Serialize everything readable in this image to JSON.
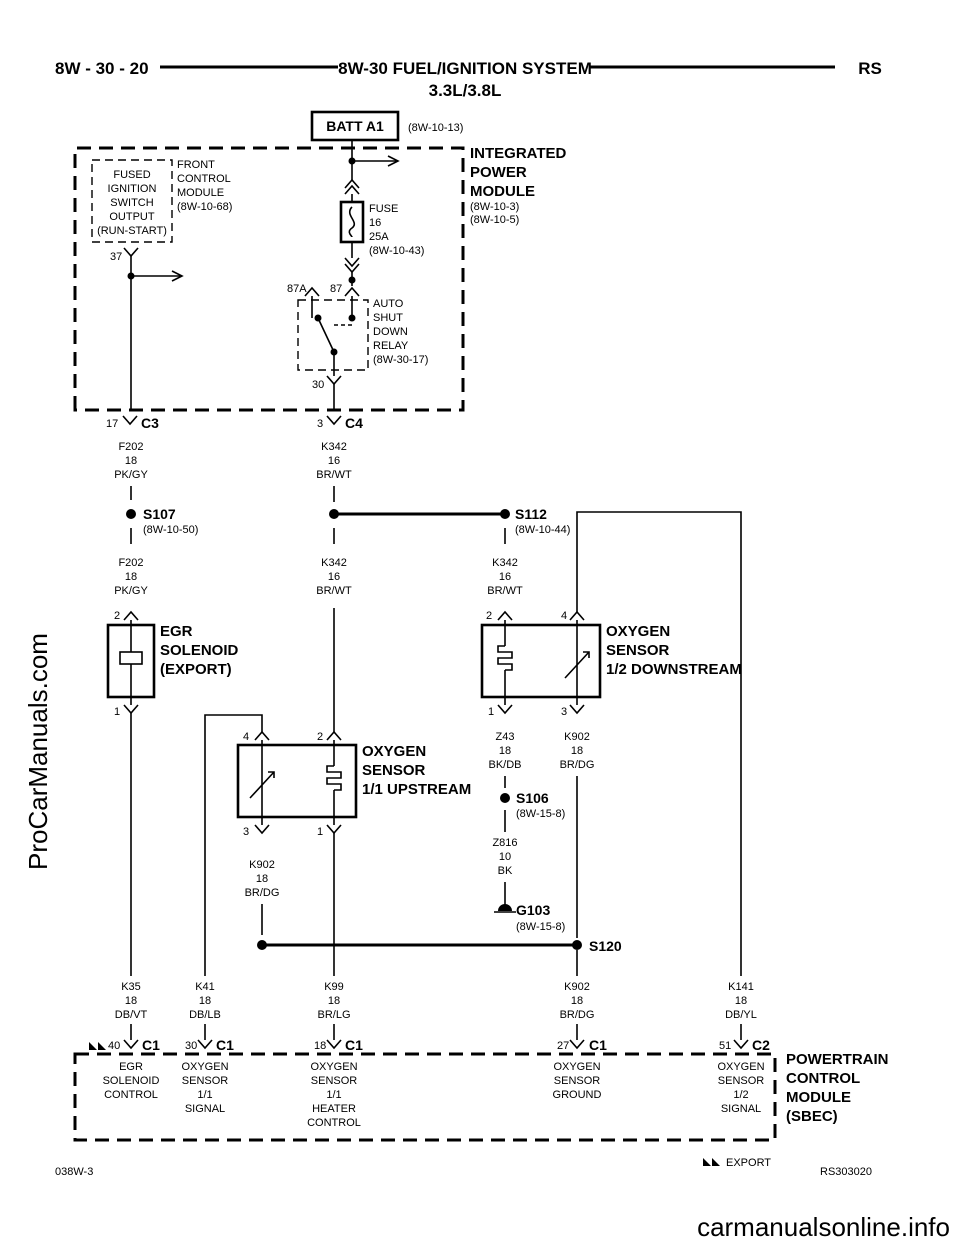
{
  "header": {
    "left": "8W - 30 - 20",
    "center_line1": "8W-30 FUEL/IGNITION SYSTEM",
    "center_line2": "3.3L/3.8L",
    "right": "RS"
  },
  "batt": {
    "label": "BATT A1",
    "ref": "(8W-10-13)"
  },
  "ipm": {
    "line1": "INTEGRATED",
    "line2": "POWER",
    "line3": "MODULE",
    "ref1": "(8W-10-3)",
    "ref2": "(8W-10-5)"
  },
  "fused_ign": {
    "line1": "FUSED",
    "line2": "IGNITION",
    "line3": "SWITCH",
    "line4": "OUTPUT",
    "line5": "(RUN-START)",
    "pin": "37"
  },
  "fcm": {
    "line1": "FRONT",
    "line2": "CONTROL",
    "line3": "MODULE",
    "line4": "(8W-10-68)"
  },
  "fuse": {
    "line1": "FUSE",
    "line2": "16",
    "line3": "25A",
    "line4": "(8W-10-43)"
  },
  "relay": {
    "line1": "AUTO",
    "line2": "SHUT",
    "line3": "DOWN",
    "line4": "RELAY",
    "line5": "(8W-30-17)",
    "pin87a": "87A",
    "pin87": "87",
    "pin30": "30"
  },
  "conn_c3": {
    "name": "C3",
    "pin": "17"
  },
  "conn_c4": {
    "name": "C4",
    "pin": "3"
  },
  "wire_f202_a": {
    "id": "F202",
    "gauge": "18",
    "color": "PK/GY"
  },
  "wire_f202_b": {
    "id": "F202",
    "gauge": "18",
    "color": "PK/GY"
  },
  "wire_k342_a": {
    "id": "K342",
    "gauge": "16",
    "color": "BR/WT"
  },
  "wire_k342_b": {
    "id": "K342",
    "gauge": "16",
    "color": "BR/WT"
  },
  "wire_k342_c": {
    "id": "K342",
    "gauge": "16",
    "color": "BR/WT"
  },
  "s107": {
    "name": "S107",
    "ref": "(8W-10-50)"
  },
  "s112": {
    "name": "S112",
    "ref": "(8W-10-44)"
  },
  "egr": {
    "line1": "EGR",
    "line2": "SOLENOID",
    "line3": "(EXPORT)",
    "pin_top": "2",
    "pin_bot": "1"
  },
  "o2_down": {
    "line1": "OXYGEN",
    "line2": "SENSOR",
    "line3": "1/2 DOWNSTREAM",
    "pin2": "2",
    "pin4": "4",
    "pin1": "1",
    "pin3": "3"
  },
  "o2_up": {
    "line1": "OXYGEN",
    "line2": "SENSOR",
    "line3": "1/1 UPSTREAM",
    "pin4": "4",
    "pin2": "2",
    "pin3": "3",
    "pin1": "1"
  },
  "wire_z43": {
    "id": "Z43",
    "gauge": "18",
    "color": "BK/DB"
  },
  "wire_k902_a": {
    "id": "K902",
    "gauge": "18",
    "color": "BR/DG"
  },
  "wire_k902_b": {
    "id": "K902",
    "gauge": "18",
    "color": "BR/DG"
  },
  "wire_k902_c": {
    "id": "K902",
    "gauge": "18",
    "color": "BR/DG"
  },
  "s106": {
    "name": "S106",
    "ref": "(8W-15-8)"
  },
  "wire_z816": {
    "id": "Z816",
    "gauge": "10",
    "color": "BK"
  },
  "g103": {
    "name": "G103",
    "ref": "(8W-15-8)"
  },
  "s120": {
    "name": "S120"
  },
  "wire_k35": {
    "id": "K35",
    "gauge": "18",
    "color": "DB/VT"
  },
  "wire_k41": {
    "id": "K41",
    "gauge": "18",
    "color": "DB/LB"
  },
  "wire_k99": {
    "id": "K99",
    "gauge": "18",
    "color": "BR/LG"
  },
  "wire_k141": {
    "id": "K141",
    "gauge": "18",
    "color": "DB/YL"
  },
  "pcm_pins": [
    {
      "pin": "40",
      "conn": "C1",
      "l1": "EGR",
      "l2": "SOLENOID",
      "l3": "CONTROL",
      "l4": "",
      "l5": ""
    },
    {
      "pin": "30",
      "conn": "C1",
      "l1": "OXYGEN",
      "l2": "SENSOR",
      "l3": "1/1",
      "l4": "SIGNAL",
      "l5": ""
    },
    {
      "pin": "18",
      "conn": "C1",
      "l1": "OXYGEN",
      "l2": "SENSOR",
      "l3": "1/1",
      "l4": "HEATER",
      "l5": "CONTROL"
    },
    {
      "pin": "27",
      "conn": "C1",
      "l1": "OXYGEN",
      "l2": "SENSOR",
      "l3": "GROUND",
      "l4": "",
      "l5": ""
    },
    {
      "pin": "51",
      "conn": "C2",
      "l1": "OXYGEN",
      "l2": "SENSOR",
      "l3": "1/2",
      "l4": "SIGNAL",
      "l5": ""
    }
  ],
  "pcm": {
    "line1": "POWERTRAIN",
    "line2": "CONTROL",
    "line3": "MODULE",
    "line4": "(SBEC)"
  },
  "footer": {
    "left": "038W-3",
    "center": "EXPORT",
    "right": "RS303020"
  },
  "watermarks": {
    "left": "ProCarManuals.com",
    "bottom": "carmanualsonline.info"
  }
}
